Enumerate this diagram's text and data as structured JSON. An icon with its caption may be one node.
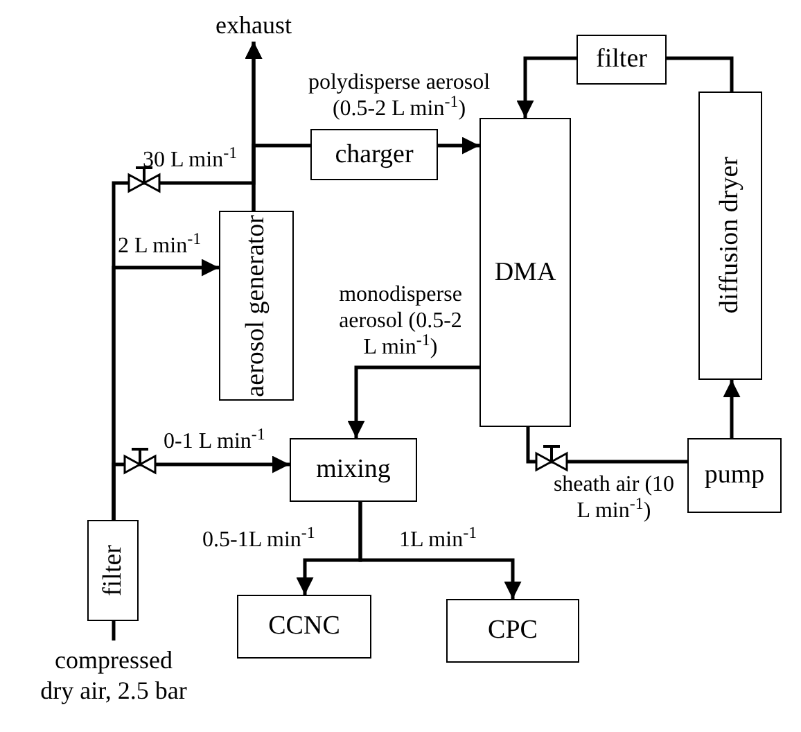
{
  "diagram": {
    "nodes": [
      {
        "text": [
          "exhaust"
        ]
      },
      {
        "text": [
          "charger"
        ]
      },
      {
        "text": [
          "filter"
        ]
      },
      {
        "text": [
          "DMA"
        ]
      },
      {
        "text": [
          "diffusion dryer"
        ]
      },
      {
        "text": [
          "aerosol generator"
        ]
      },
      {
        "text": [
          "mixing"
        ]
      },
      {
        "text": [
          "pump"
        ]
      },
      {
        "text": [
          "filter"
        ]
      },
      {
        "text": [
          "compressed dry air, 2.5 bar"
        ]
      },
      {
        "text": [
          "CCNC"
        ]
      },
      {
        "text": [
          "CPC"
        ]
      }
    ],
    "edges": [
      {
        "from": 9,
        "to": 8,
        "arrow": "none"
      },
      {
        "from": 8,
        "to": 6,
        "arrow": "to",
        "label": "0-1 L min$^{-1}$"
      },
      {
        "from": 8,
        "to": 5,
        "arrow": "to",
        "label": "2 L min$^{-1}$"
      },
      {
        "from": 8,
        "to": 0,
        "arrow": "to",
        "label": "30 L min$^{-1}$"
      },
      {
        "from": 5,
        "to": 0,
        "arrow": "to"
      },
      {
        "from": 5,
        "to": 1,
        "arrow": "none"
      },
      {
        "from": 1,
        "to": 3,
        "arrow": "to",
        "label": "polydisperse aerosol (0.5-2 L min$^{-1}$)"
      },
      {
        "from": 3,
        "to": 6,
        "arrow": "to",
        "label": "monodisperse aerosol (0.5-2 L min$^{-1}$)"
      },
      {
        "from": 7,
        "to": 3,
        "arrow": "none",
        "label": "sheath air (10 L min$^{-1}$)"
      },
      {
        "from": 7,
        "to": 4,
        "arrow": "to"
      },
      {
        "from": 4,
        "to": 2,
        "arrow": "none"
      },
      {
        "from": 2,
        "to": 3,
        "arrow": "to"
      },
      {
        "from": 6,
        "to": 10,
        "arrow": "to",
        "label": "0.5-1L min$^{-1}$"
      },
      {
        "from": 6,
        "to": 11,
        "arrow": "to",
        "label": "1L min$^{-1}$"
      }
    ]
  }
}
